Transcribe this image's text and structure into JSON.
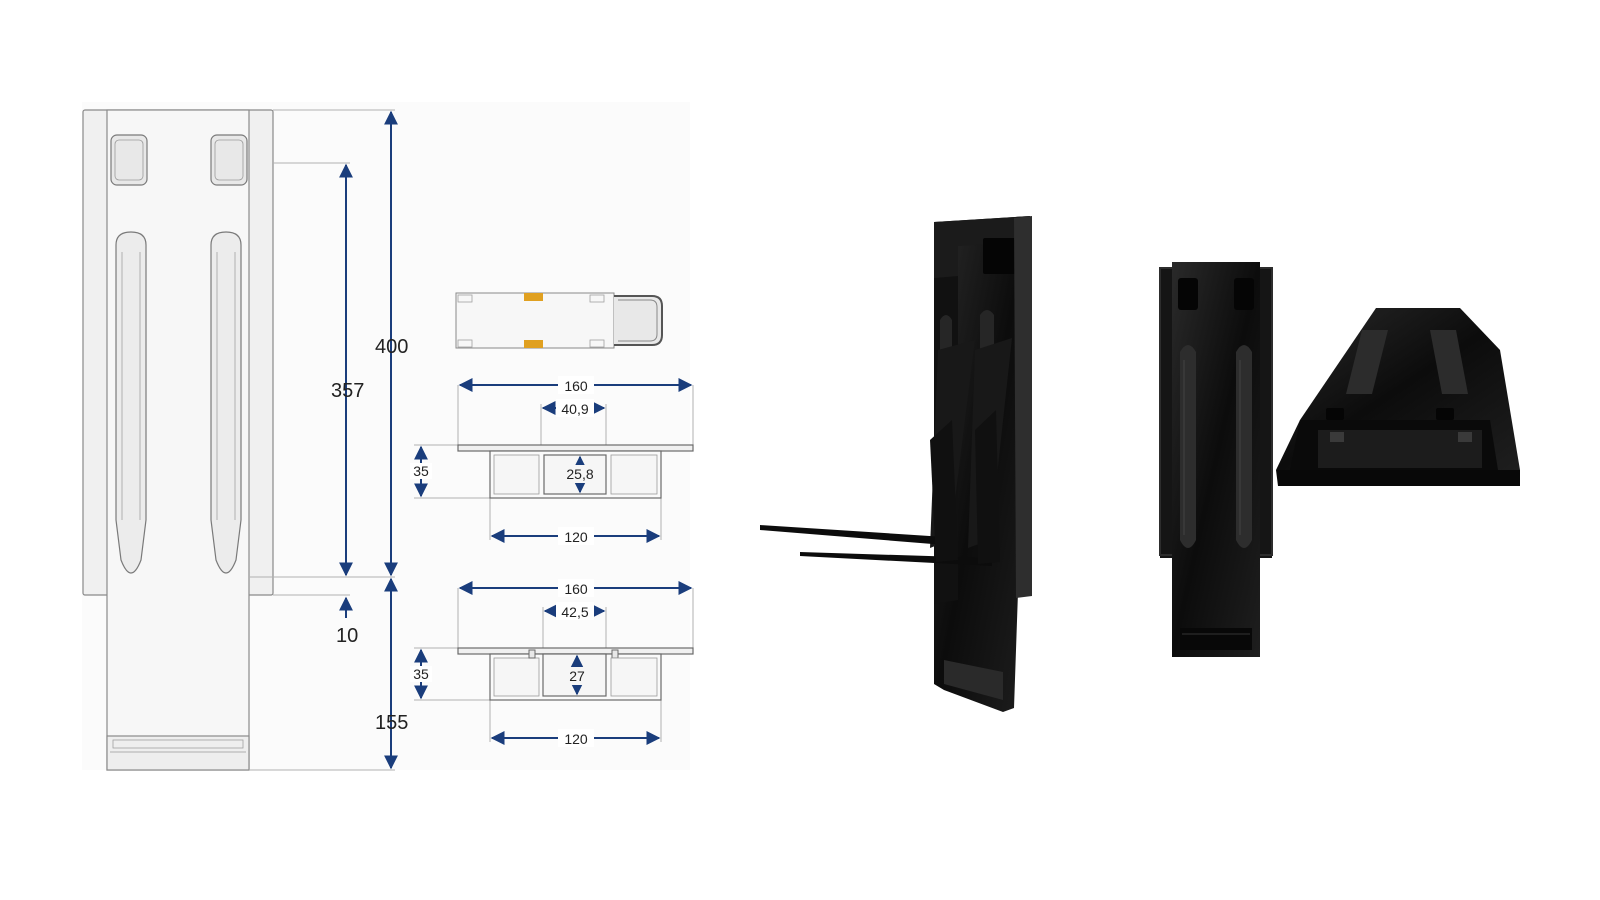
{
  "drawing": {
    "colors": {
      "dimension": "#1a3d7c",
      "part_outline": "#7a7a7a",
      "part_fill": "#f4f4f4",
      "accent": "#e0a020"
    },
    "front_view": {
      "dimensions": {
        "height_total": "400",
        "height_slot": "357",
        "gap": "10",
        "extension": "155"
      }
    },
    "section_a": {
      "width_outer": "160",
      "channel_width": "40,9",
      "channel_depth": "25,8",
      "height": "35",
      "width_base": "120"
    },
    "section_b": {
      "width_outer": "160",
      "channel_width": "42,5",
      "channel_depth": "27",
      "height": "35",
      "width_base": "120"
    }
  },
  "photos": {
    "color": "#141414",
    "items": [
      {
        "name": "side-view-with-forks"
      },
      {
        "name": "front-view"
      },
      {
        "name": "angled-view"
      }
    ]
  }
}
